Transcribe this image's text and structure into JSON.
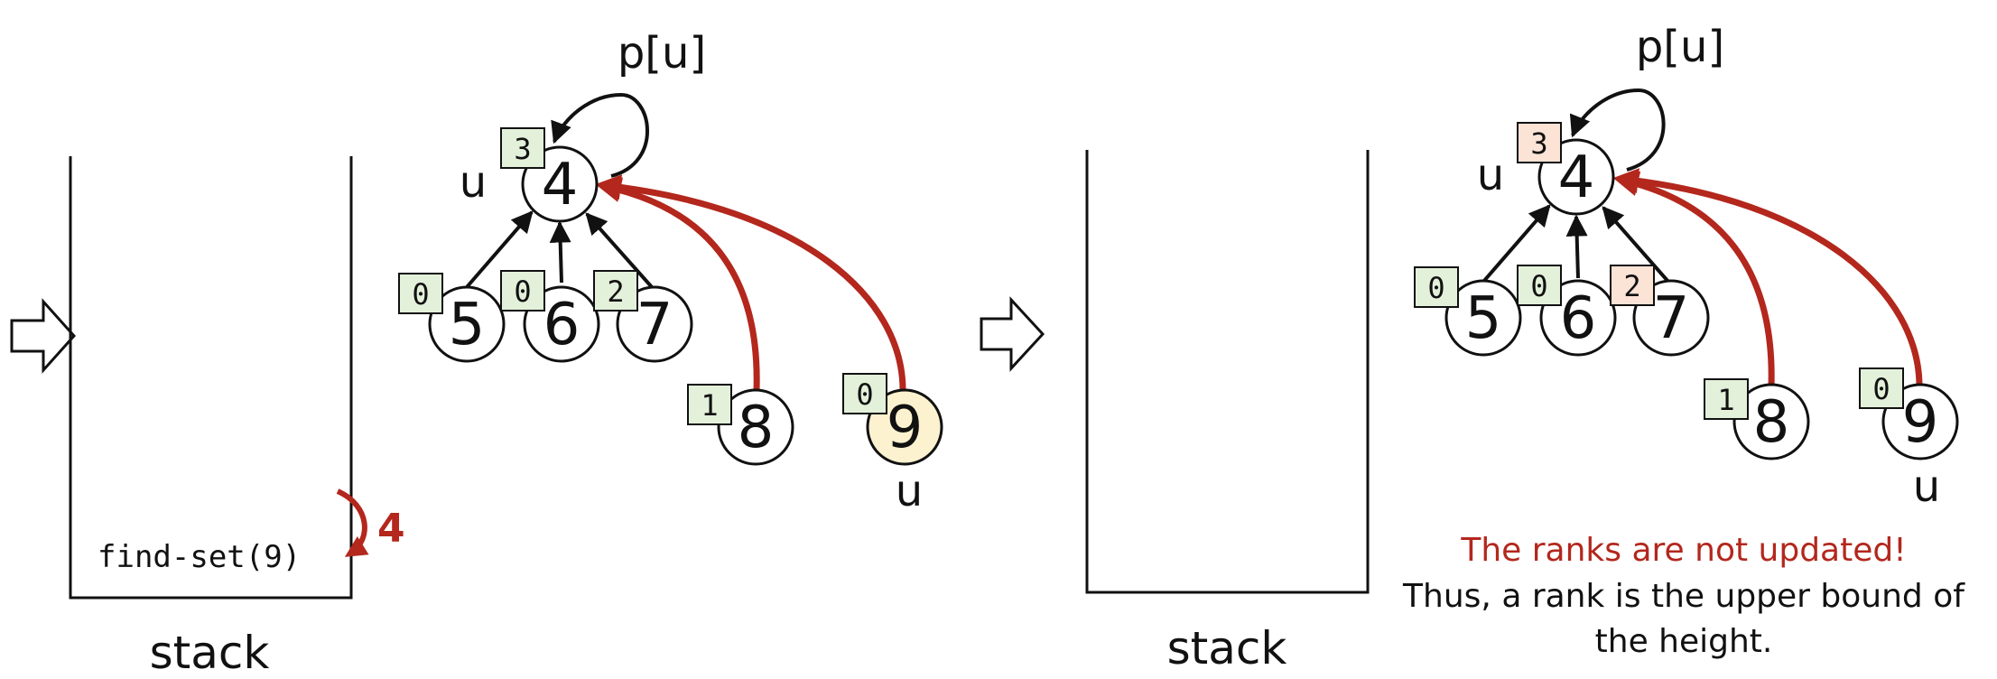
{
  "colors": {
    "red": "#b3271d",
    "rank_green": "#e3f0da",
    "rank_peach": "#fbe3d6",
    "node_highlight": "#fdf2cf",
    "stroke": "#111111"
  },
  "left_panel": {
    "stack_label": "stack",
    "stack_call": "find-set(9)",
    "return_value": "4",
    "parent_label": "p[u]",
    "u_label_root": "u",
    "u_label_node": "u",
    "nodes": [
      {
        "id": "4",
        "rank": "3"
      },
      {
        "id": "5",
        "rank": "0"
      },
      {
        "id": "6",
        "rank": "0"
      },
      {
        "id": "7",
        "rank": "2"
      },
      {
        "id": "8",
        "rank": "1"
      },
      {
        "id": "9",
        "rank": "0"
      }
    ]
  },
  "right_panel": {
    "stack_label": "stack",
    "parent_label": "p[u]",
    "u_label_root": "u",
    "u_label_node": "u",
    "nodes": [
      {
        "id": "4",
        "rank": "3"
      },
      {
        "id": "5",
        "rank": "0"
      },
      {
        "id": "6",
        "rank": "0"
      },
      {
        "id": "7",
        "rank": "2"
      },
      {
        "id": "8",
        "rank": "1"
      },
      {
        "id": "9",
        "rank": "0"
      }
    ]
  },
  "note": {
    "line1": "The ranks are not updated!",
    "line2": "Thus, a rank is the upper bound of",
    "line3": "the height."
  }
}
